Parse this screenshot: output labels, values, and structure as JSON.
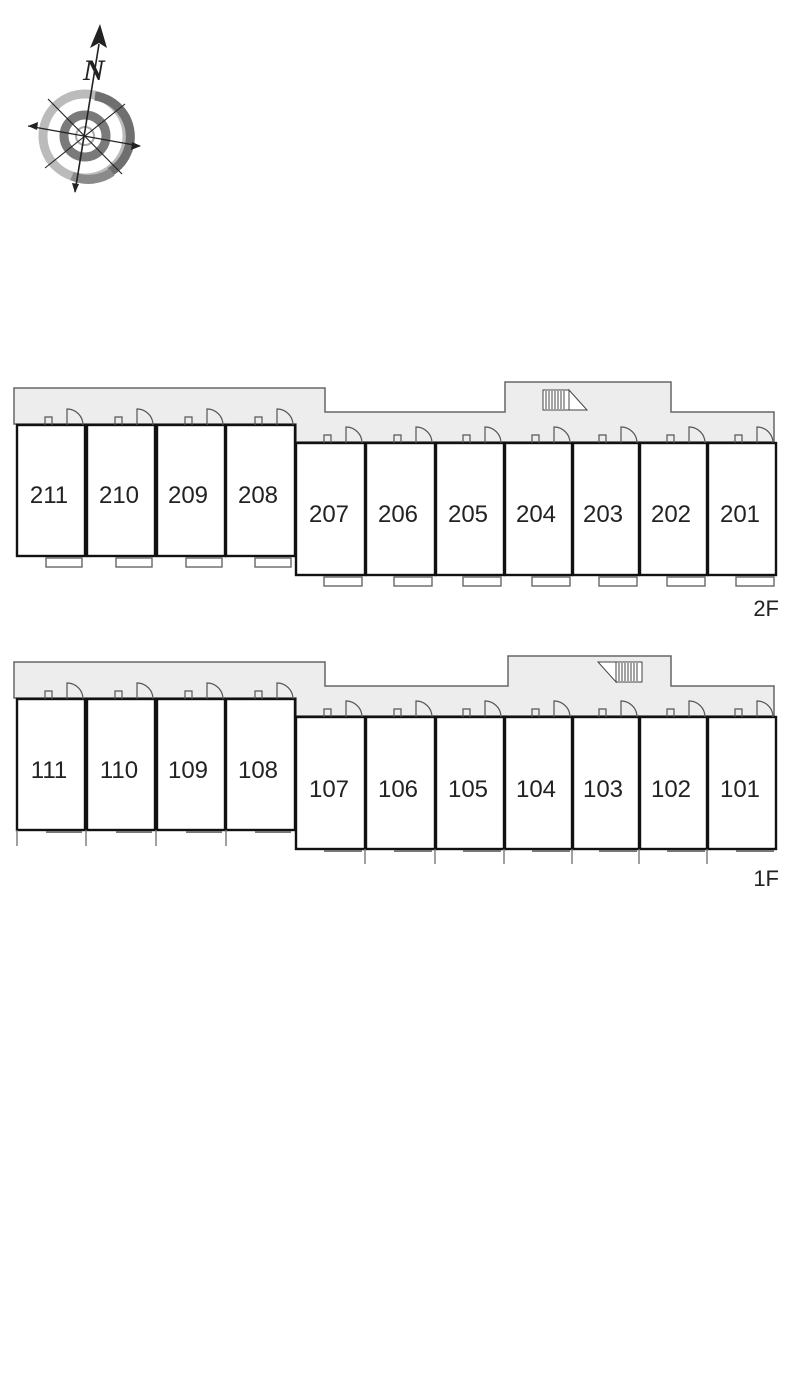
{
  "compass": {
    "north_label": "N",
    "icon": "compass-rose-icon"
  },
  "floors": [
    {
      "id": "2f",
      "label": "2F",
      "units": [
        "211",
        "210",
        "209",
        "208",
        "207",
        "206",
        "205",
        "204",
        "203",
        "202",
        "201"
      ],
      "stair_icon": "stair-icon"
    },
    {
      "id": "1f",
      "label": "1F",
      "units": [
        "111",
        "110",
        "109",
        "108",
        "107",
        "106",
        "105",
        "104",
        "103",
        "102",
        "101"
      ],
      "stair_icon": "stair-icon"
    }
  ],
  "colors": {
    "corridor": "#ededed",
    "wall": "#111111",
    "balcony": "#666666",
    "background": "#ffffff"
  }
}
